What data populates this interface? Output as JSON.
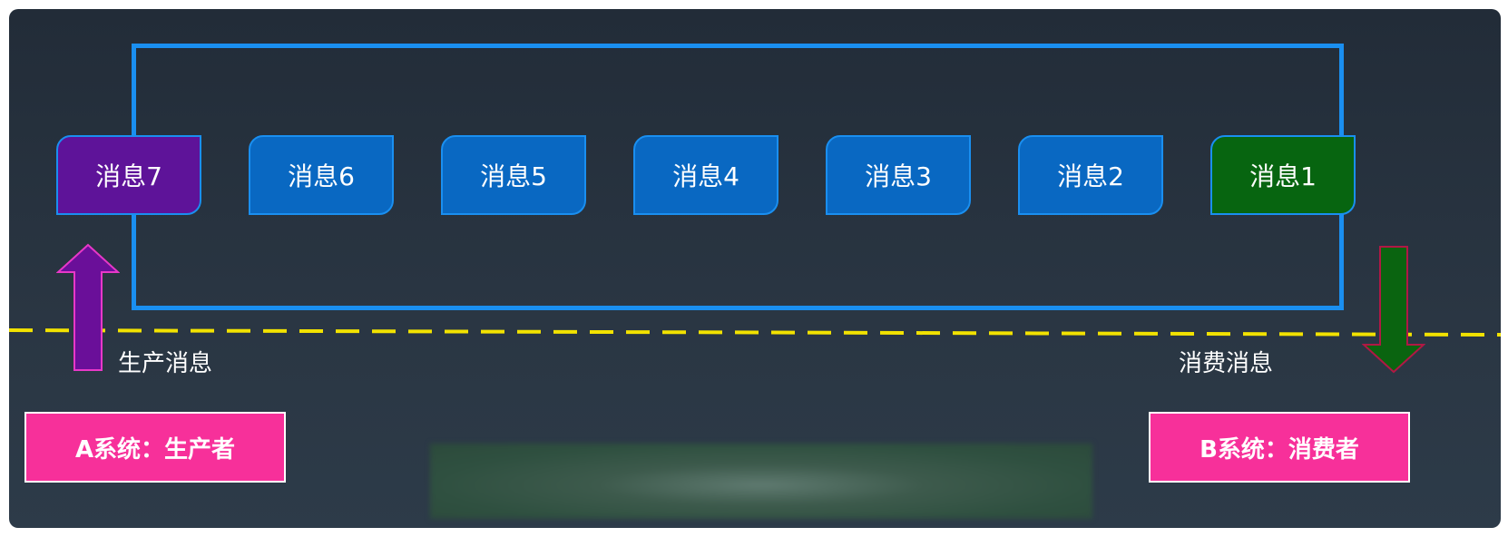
{
  "diagram": {
    "queue": {
      "messages": [
        {
          "label": "消息7",
          "state": "produced"
        },
        {
          "label": "消息6",
          "state": "queued"
        },
        {
          "label": "消息5",
          "state": "queued"
        },
        {
          "label": "消息4",
          "state": "queued"
        },
        {
          "label": "消息3",
          "state": "queued"
        },
        {
          "label": "消息2",
          "state": "queued"
        },
        {
          "label": "消息1",
          "state": "consumed"
        }
      ]
    },
    "produce_label": "生产消息",
    "consume_label": "消费消息",
    "producer_label": "A系统：生产者",
    "consumer_label": "B系统：消费者"
  },
  "colors": {
    "queue_border": "#1a8ff0",
    "message_blue": "#0968c2",
    "message_purple": "#5e1399",
    "message_green": "#076510",
    "system_pink": "#f7309a",
    "divider_yellow": "#f2e200"
  }
}
